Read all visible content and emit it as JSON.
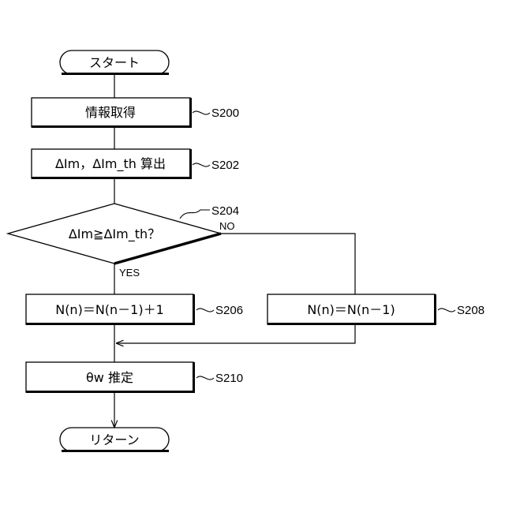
{
  "flowchart": {
    "start": {
      "label": "スタート"
    },
    "s200": {
      "label": "情報取得",
      "step": "S200"
    },
    "s202": {
      "label": "ΔIm，ΔIm_th 算出",
      "step": "S202"
    },
    "s204": {
      "label": "ΔIm≧ΔIm_th？",
      "step": "S204",
      "yes": "YES",
      "no": "NO"
    },
    "s206": {
      "label": "N(n)＝N(n－1)＋1",
      "step": "S206"
    },
    "s208": {
      "label": "N(n)＝N(n－1)",
      "step": "S208"
    },
    "s210": {
      "label": "θw 推定",
      "step": "S210"
    },
    "end": {
      "label": "リターン"
    }
  }
}
